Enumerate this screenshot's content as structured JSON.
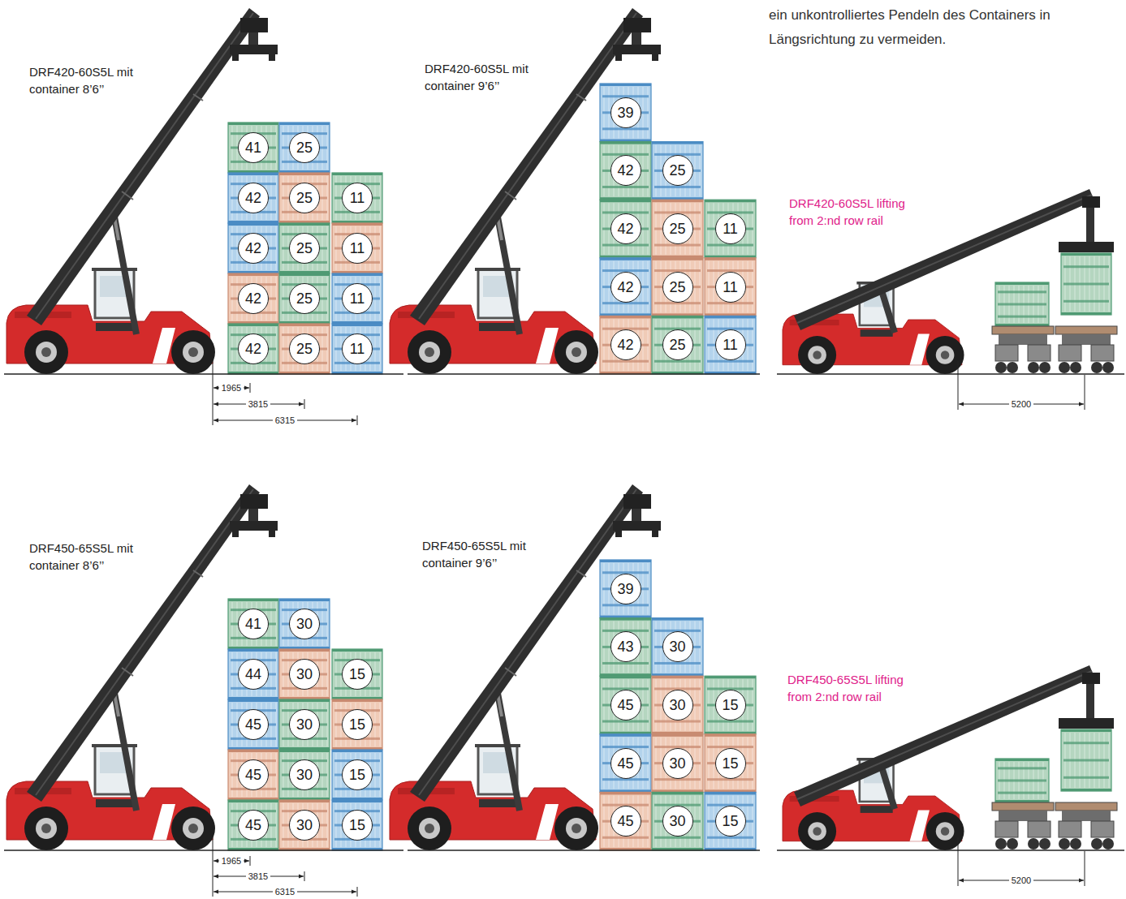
{
  "diagram": {
    "nodes": [
      {
        "text": [
          "41"
        ]
      },
      {
        "text": [
          "25"
        ]
      },
      {
        "text": [
          "42"
        ]
      },
      {
        "text": [
          "25"
        ]
      },
      {
        "text": [
          "11"
        ]
      },
      {
        "text": [
          "42"
        ]
      },
      {
        "text": [
          "25"
        ]
      },
      {
        "text": [
          "11"
        ]
      },
      {
        "text": [
          "42"
        ]
      },
      {
        "text": [
          "25"
        ]
      },
      {
        "text": [
          "11"
        ]
      },
      {
        "text": [
          "42"
        ]
      },
      {
        "text": [
          "25"
        ]
      },
      {
        "text": [
          "11"
        ]
      },
      {
        "text": [
          "39"
        ]
      },
      {
        "text": [
          "42"
        ]
      },
      {
        "text": [
          "25"
        ]
      },
      {
        "text": [
          "42"
        ]
      },
      {
        "text": [
          "25"
        ]
      },
      {
        "text": [
          "11"
        ]
      },
      {
        "text": [
          "42"
        ]
      },
      {
        "text": [
          "25"
        ]
      },
      {
        "text": [
          "11"
        ]
      },
      {
        "text": [
          "42"
        ]
      },
      {
        "text": [
          "25"
        ]
      },
      {
        "text": [
          "11"
        ]
      },
      {
        "text": [
          "41"
        ]
      },
      {
        "text": [
          "30"
        ]
      },
      {
        "text": [
          "44"
        ]
      },
      {
        "text": [
          "30"
        ]
      },
      {
        "text": [
          "15"
        ]
      },
      {
        "text": [
          "45"
        ]
      },
      {
        "text": [
          "30"
        ]
      },
      {
        "text": [
          "15"
        ]
      },
      {
        "text": [
          "45"
        ]
      },
      {
        "text": [
          "30"
        ]
      },
      {
        "text": [
          "15"
        ]
      },
      {
        "text": [
          "45"
        ]
      },
      {
        "text": [
          "30"
        ]
      },
      {
        "text": [
          "15"
        ]
      },
      {
        "text": [
          "39"
        ]
      },
      {
        "text": [
          "43"
        ]
      },
      {
        "text": [
          "30"
        ]
      },
      {
        "text": [
          "45"
        ]
      },
      {
        "text": [
          "30"
        ]
      },
      {
        "text": [
          "15"
        ]
      },
      {
        "text": [
          "45"
        ]
      },
      {
        "text": [
          "30"
        ]
      },
      {
        "text": [
          "15"
        ]
      },
      {
        "text": [
          "45"
        ]
      },
      {
        "text": [
          "30"
        ]
      },
      {
        "text": [
          "15"
        ]
      }
    ],
    "labels": [
      "ein unkontrolliertes Pendeln des Containers in Längsrichtung zu vermeiden.",
      "DRF420-60S5L mit container 8’6’’",
      "1965",
      "3815",
      "6315",
      "DRF420-60S5L mit container 9’6’’",
      "DRF420-60S5L lifting from 2:nd row rail",
      "5200",
      "DRF450-65S5L mit container 8’6’’",
      "1965",
      "3815",
      "6315",
      "DRF450-65S5L mit container 9’6’’",
      "DRF450-65S5L lifting from 2:nd row rail",
      "5200"
    ]
  }
}
